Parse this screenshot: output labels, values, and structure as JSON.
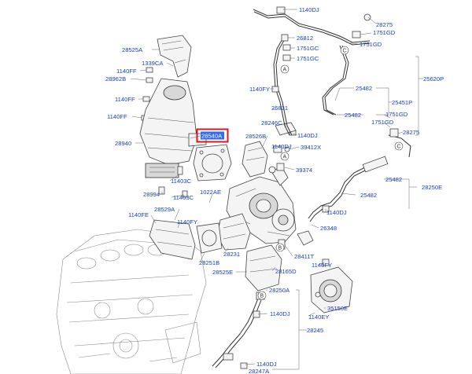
{
  "labels": [
    {
      "id": "l01",
      "text": "1140DJ"
    },
    {
      "id": "l02",
      "text": "28275"
    },
    {
      "id": "l03",
      "text": "1751GD"
    },
    {
      "id": "l04",
      "text": "26812"
    },
    {
      "id": "l05",
      "text": "1751GD"
    },
    {
      "id": "l06",
      "text": "1751GC"
    },
    {
      "id": "l07",
      "text": "1751GC"
    },
    {
      "id": "l08",
      "text": "25620P"
    },
    {
      "id": "l09",
      "text": "28525A"
    },
    {
      "id": "l10",
      "text": "1339CA"
    },
    {
      "id": "l11",
      "text": "1140FF"
    },
    {
      "id": "l12",
      "text": "28962B"
    },
    {
      "id": "l13",
      "text": "1140FF"
    },
    {
      "id": "l14",
      "text": "1140FY"
    },
    {
      "id": "l15",
      "text": "25482"
    },
    {
      "id": "l16",
      "text": "25451P"
    },
    {
      "id": "l17",
      "text": "26831"
    },
    {
      "id": "l18",
      "text": "25482"
    },
    {
      "id": "l19",
      "text": "1751GD"
    },
    {
      "id": "l20",
      "text": "1751GD"
    },
    {
      "id": "l21",
      "text": "1140FF"
    },
    {
      "id": "l22",
      "text": "28246C"
    },
    {
      "id": "l23",
      "text": "1140DJ"
    },
    {
      "id": "l24",
      "text": "28275"
    },
    {
      "id": "l25",
      "text": "28540A",
      "selected": true
    },
    {
      "id": "l26",
      "text": "28526B"
    },
    {
      "id": "l27",
      "text": "28940"
    },
    {
      "id": "l28",
      "text": "1140DJ"
    },
    {
      "id": "l29",
      "text": "39412X"
    },
    {
      "id": "l30",
      "text": "39374"
    },
    {
      "id": "l31",
      "text": "11403C"
    },
    {
      "id": "l32",
      "text": "25482"
    },
    {
      "id": "l33",
      "text": "28250E"
    },
    {
      "id": "l34",
      "text": "1022AE"
    },
    {
      "id": "l35",
      "text": "28994"
    },
    {
      "id": "l36",
      "text": "11403C"
    },
    {
      "id": "l37",
      "text": "25482"
    },
    {
      "id": "l38",
      "text": "28529A"
    },
    {
      "id": "l39",
      "text": "1140DJ"
    },
    {
      "id": "l40",
      "text": "1140FE"
    },
    {
      "id": "l41",
      "text": "26348"
    },
    {
      "id": "l42",
      "text": "1140FY"
    },
    {
      "id": "l43",
      "text": "28411T"
    },
    {
      "id": "l44",
      "text": "28231"
    },
    {
      "id": "l45",
      "text": "1140FY"
    },
    {
      "id": "l46",
      "text": "28251B"
    },
    {
      "id": "l47",
      "text": "28525E"
    },
    {
      "id": "l48",
      "text": "28165D"
    },
    {
      "id": "l49",
      "text": "28250A"
    },
    {
      "id": "l50",
      "text": "1140DJ"
    },
    {
      "id": "l51",
      "text": "35150E"
    },
    {
      "id": "l52",
      "text": "1140EY"
    },
    {
      "id": "l53",
      "text": "28245"
    },
    {
      "id": "l54",
      "text": "1140DJ"
    },
    {
      "id": "l55",
      "text": "28247A"
    }
  ],
  "callouts": [
    "A",
    "A",
    "C",
    "C",
    "B",
    "B"
  ],
  "colors": {
    "label": "#1a3fc4",
    "selection_box": "#e0141e",
    "selection_fill": "#2f6df6"
  }
}
